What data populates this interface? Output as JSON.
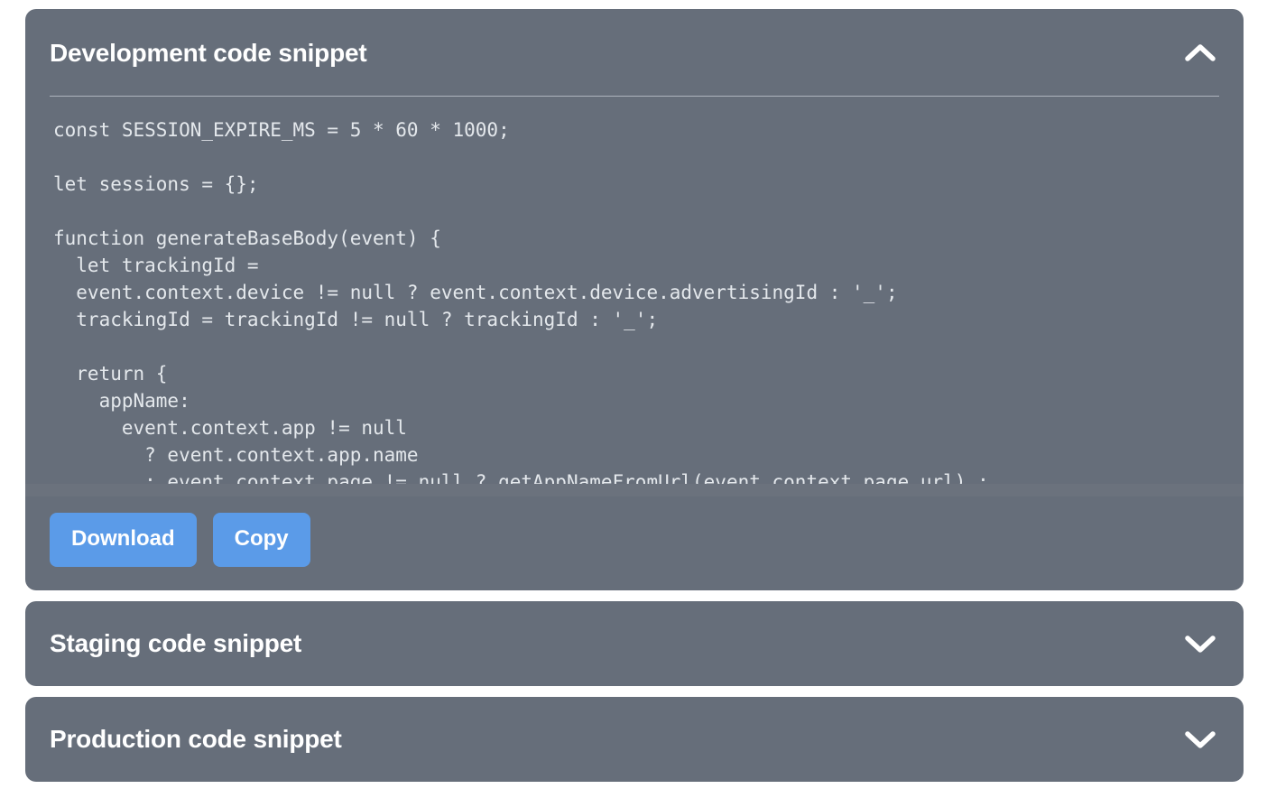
{
  "theme": {
    "page_background": "#ffffff",
    "panel_background": "#666e7a",
    "panel_title_color": "#ffffff",
    "code_text_color": "#e4e8ec",
    "divider_color": "#aeb4bd",
    "button_background": "#5b9be8",
    "button_text_color": "#ffffff"
  },
  "panels": [
    {
      "title": "Development code snippet",
      "expanded": true,
      "chevron_icon": "chevron-up-icon",
      "code": "const SESSION_EXPIRE_MS = 5 * 60 * 1000;\n\nlet sessions = {};\n\nfunction generateBaseBody(event) {\n  let trackingId =\n  event.context.device != null ? event.context.device.advertisingId : '_';\n  trackingId = trackingId != null ? trackingId : '_';\n\n  return {\n    appName:\n      event.context.app != null\n        ? event.context.app.name\n        : event.context.page != null ? getAppNameFromUrl(event.context.page.url) :",
      "buttons": [
        {
          "label": "Download",
          "name": "download-button"
        },
        {
          "label": "Copy",
          "name": "copy-button"
        }
      ]
    },
    {
      "title": "Staging code snippet",
      "expanded": false,
      "chevron_icon": "chevron-down-icon"
    },
    {
      "title": "Production code snippet",
      "expanded": false,
      "chevron_icon": "chevron-down-icon"
    }
  ]
}
